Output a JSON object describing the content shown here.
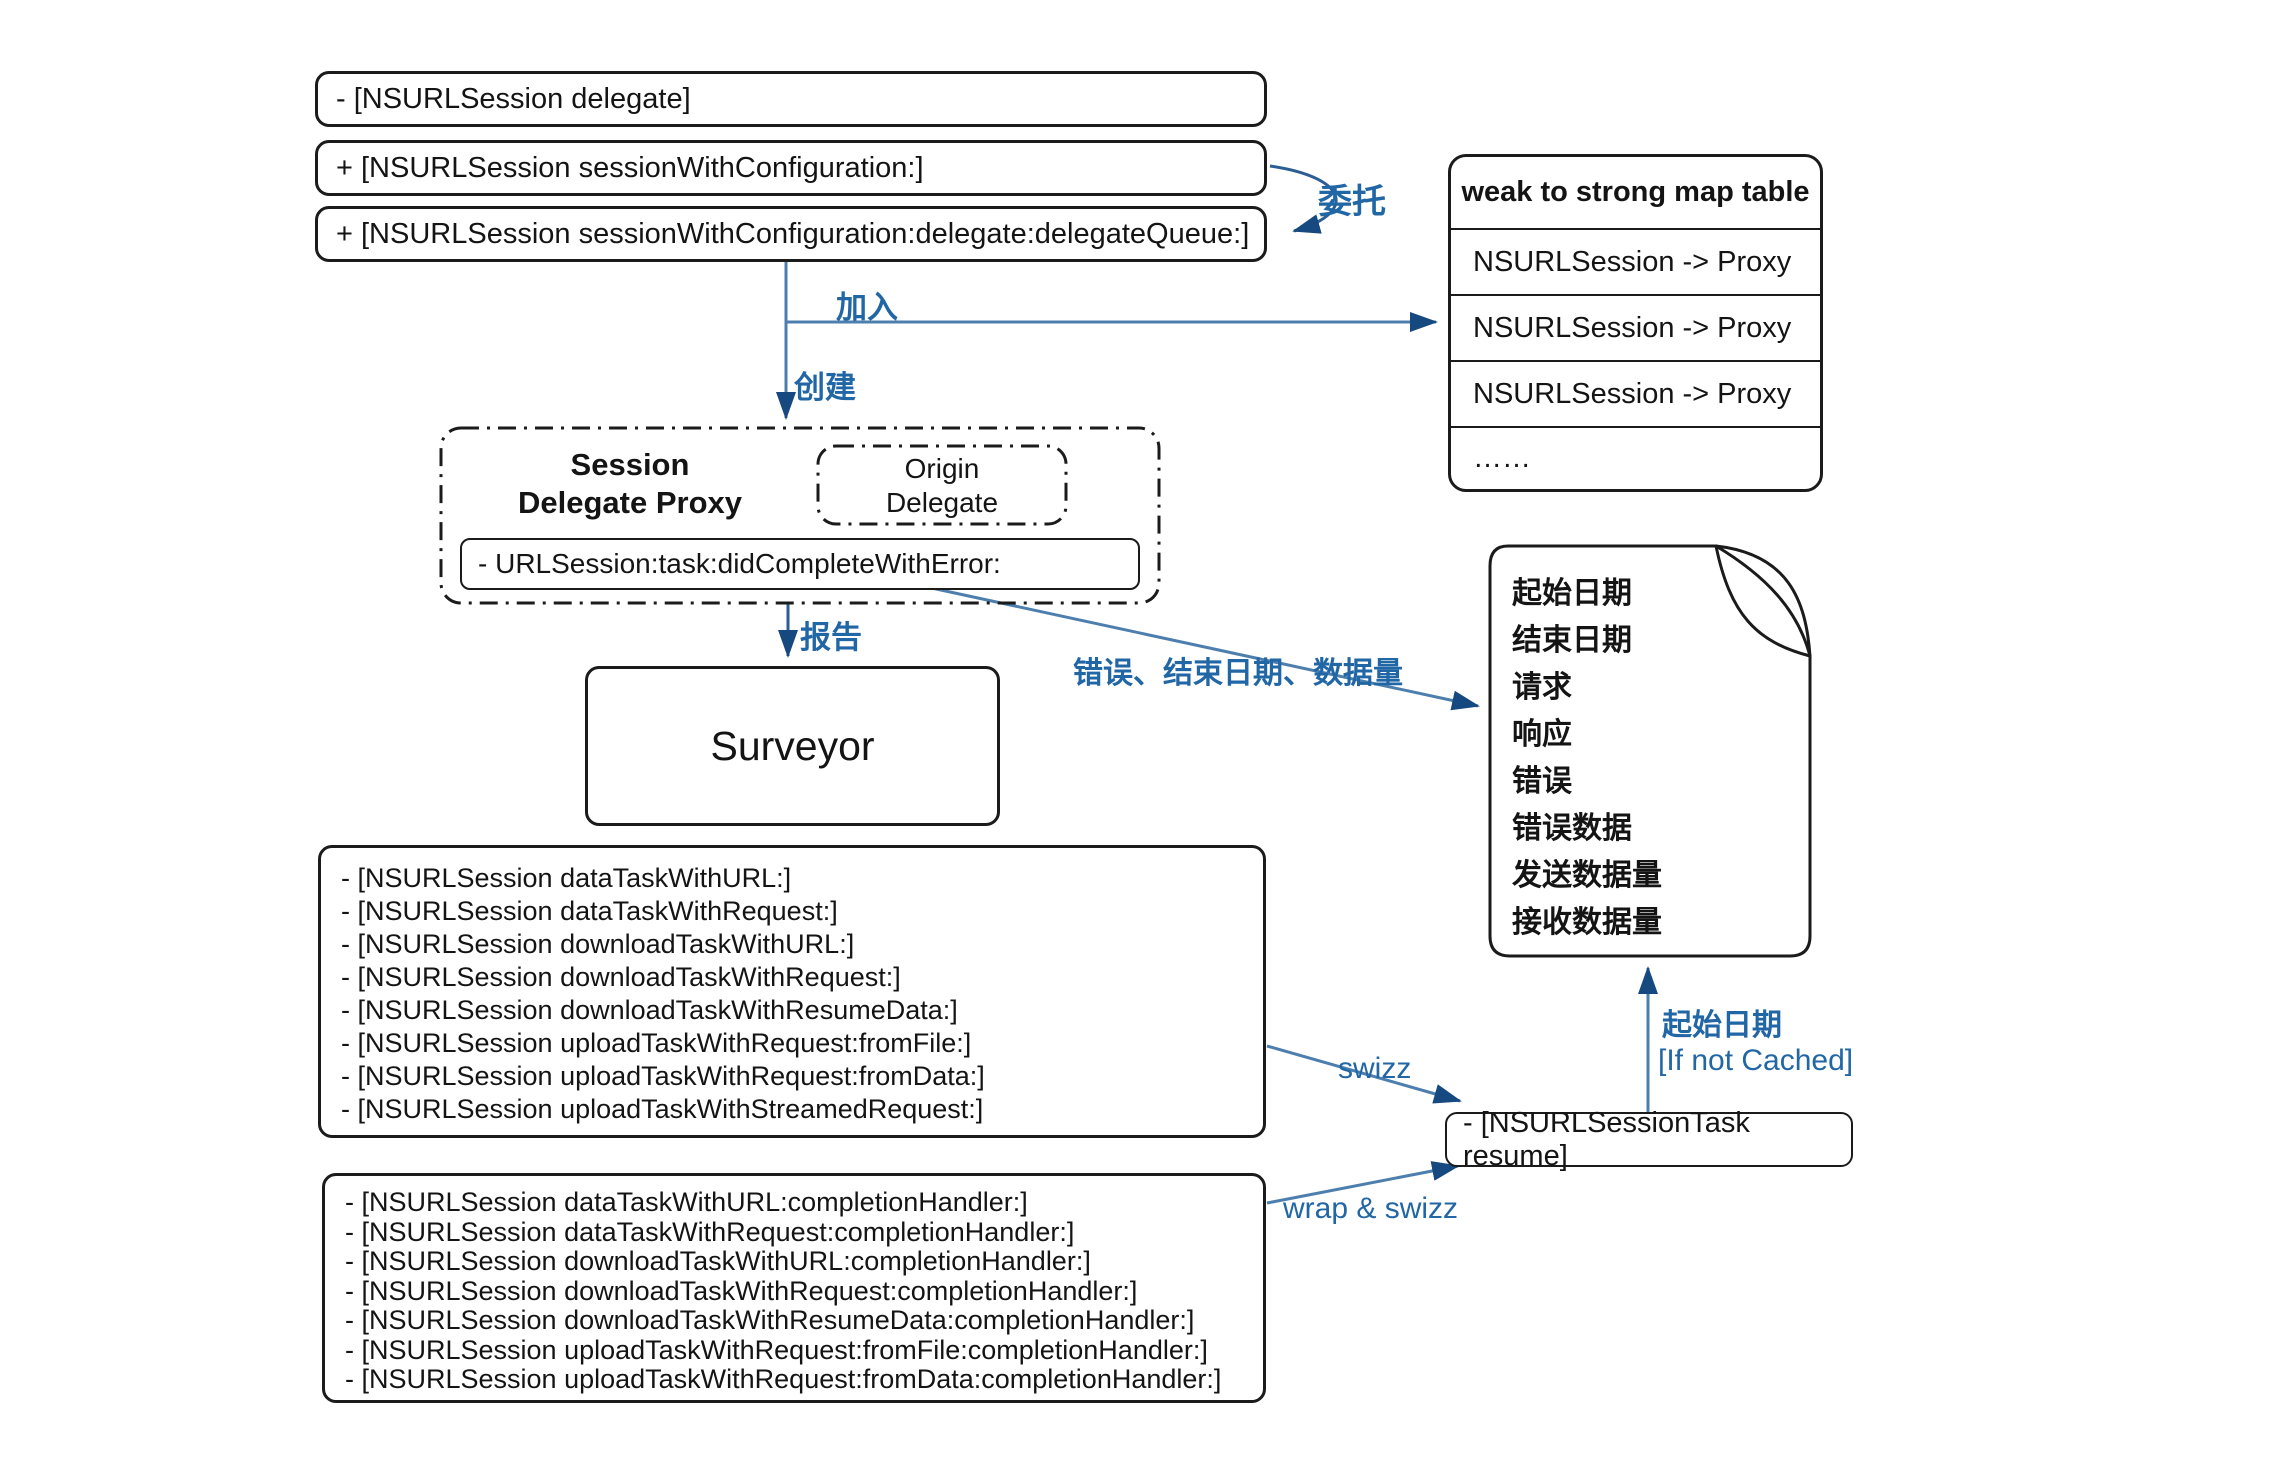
{
  "colors": {
    "border_black": "#1b1b1b",
    "label_blue": "#2166a5",
    "line_blue": "#4d7fae",
    "arrowhead_blue": "#16497f",
    "background": "#ffffff"
  },
  "top_methods": {
    "delegate": "- [NSURLSession delegate]",
    "session_with_configuration": "+ [NSURLSession sessionWithConfiguration:]",
    "session_with_configuration_delegate_queue": "+ [NSURLSession sessionWithConfiguration:delegate:delegateQueue:]"
  },
  "map_table": {
    "title": "weak to strong map table",
    "rows": [
      "NSURLSession -> Proxy",
      "NSURLSession -> Proxy",
      "NSURLSession -> Proxy"
    ],
    "ellipsis": "……"
  },
  "proxy_box": {
    "title_line1": "Session",
    "title_line2": "Delegate Proxy",
    "origin_line1": "Origin",
    "origin_line2": "Delegate",
    "method": "- URLSession:task:didCompleteWithError:"
  },
  "surveyor": {
    "label": "Surveyor"
  },
  "record_doc": {
    "lines": [
      "起始日期",
      "结束日期",
      "请求",
      "响应",
      "错误",
      "错误数据",
      "发送数据量",
      "接收数据量"
    ]
  },
  "task_methods": {
    "lines": [
      "- [NSURLSession dataTaskWithURL:]",
      "- [NSURLSession dataTaskWithRequest:]",
      "- [NSURLSession downloadTaskWithURL:]",
      "- [NSURLSession downloadTaskWithRequest:]",
      "- [NSURLSession downloadTaskWithResumeData:]",
      "- [NSURLSession uploadTaskWithRequest:fromFile:]",
      "- [NSURLSession uploadTaskWithRequest:fromData:]",
      "- [NSURLSession uploadTaskWithStreamedRequest:]"
    ]
  },
  "handler_methods": {
    "lines": [
      "- [NSURLSession dataTaskWithURL:completionHandler:]",
      "- [NSURLSession dataTaskWithRequest:completionHandler:]",
      "- [NSURLSession downloadTaskWithURL:completionHandler:]",
      "- [NSURLSession downloadTaskWithRequest:completionHandler:]",
      "- [NSURLSession downloadTaskWithResumeData:completionHandler:]",
      "- [NSURLSession uploadTaskWithRequest:fromFile:completionHandler:]",
      "- [NSURLSession uploadTaskWithRequest:fromData:completionHandler:]"
    ]
  },
  "resume_box": {
    "label": "- [NSURLSessionTask resume]"
  },
  "edge_labels": {
    "delegate": "委托",
    "join": "加入",
    "create": "创建",
    "report": "报告",
    "error_info": "错误、结束日期、数据量",
    "swizz": "swizz",
    "wrap_swizz": "wrap & swizz",
    "start_date": "起始日期",
    "if_not_cached": "[If not Cached]"
  }
}
